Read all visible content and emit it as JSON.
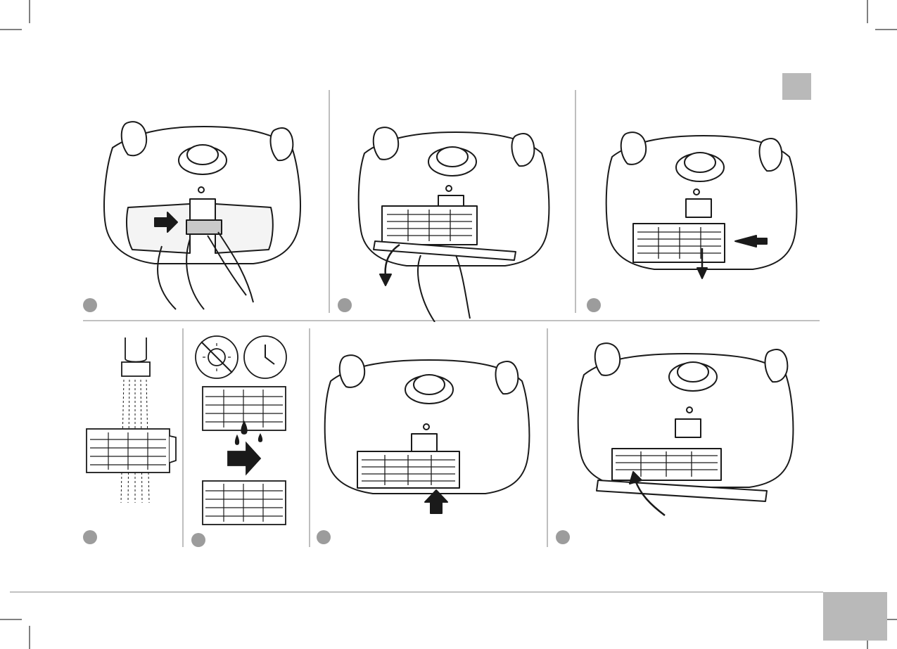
{
  "colors": {
    "line": "#1a1a1a",
    "badge": "#9c9c9c",
    "separator": "#9c9c9c",
    "tab": "#b9b9b9",
    "filter_gray": "#c9c9c9"
  },
  "steps": [
    {
      "panel": "top-left",
      "badge": ""
    },
    {
      "panel": "top-middle",
      "badge": ""
    },
    {
      "panel": "top-right",
      "badge": ""
    },
    {
      "panel": "bottom-rinse",
      "badge": ""
    },
    {
      "panel": "bottom-dry",
      "badge": ""
    },
    {
      "panel": "bottom-insert",
      "badge": ""
    },
    {
      "panel": "bottom-close",
      "badge": ""
    }
  ],
  "page": {
    "number": "",
    "section_tab": ""
  }
}
